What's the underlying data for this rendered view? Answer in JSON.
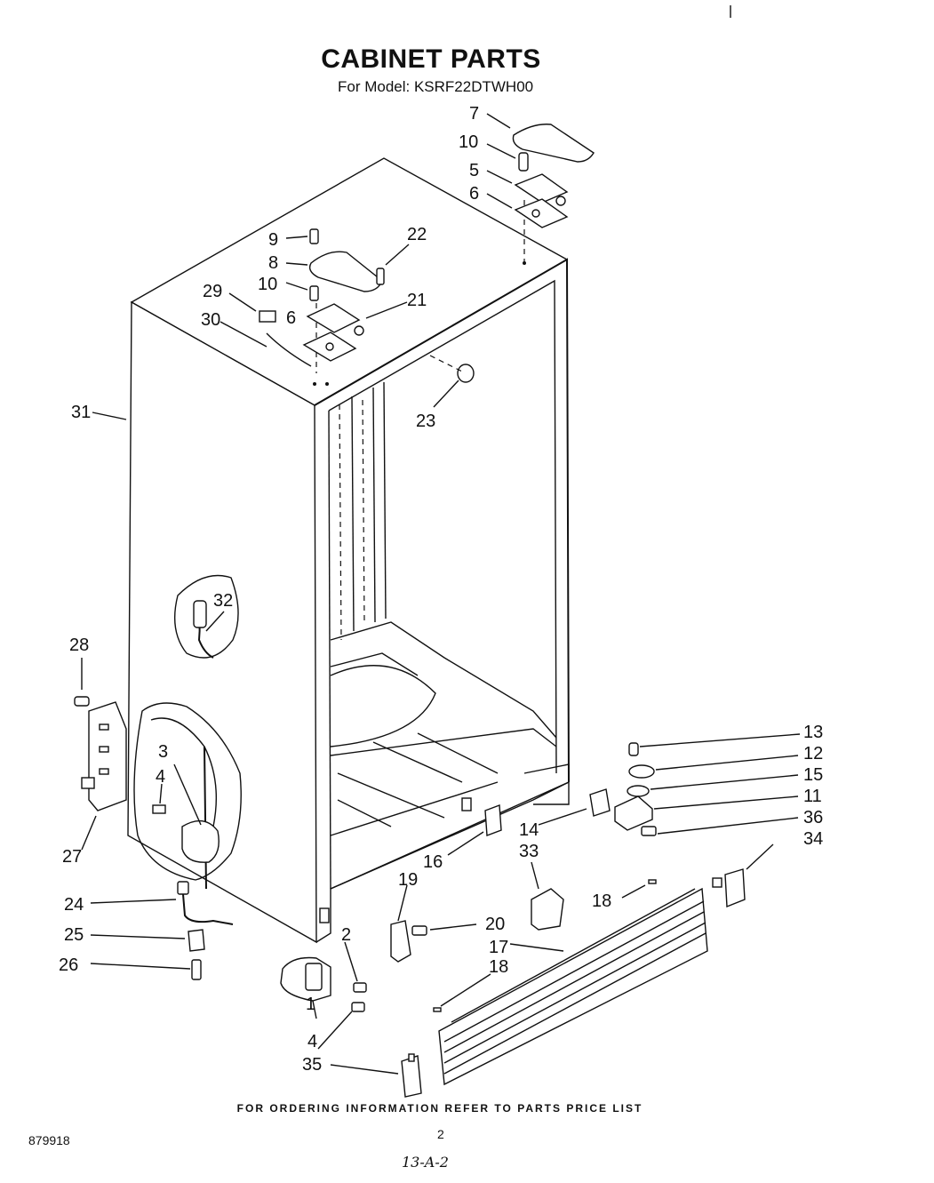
{
  "header": {
    "title": "CABINET PARTS",
    "subtitle": "For Model: KSRF22DTWH00"
  },
  "callouts": [
    "1",
    "2",
    "3",
    "4",
    "5",
    "6",
    "7",
    "8",
    "9",
    "10",
    "11",
    "12",
    "13",
    "14",
    "15",
    "16",
    "17",
    "18",
    "19",
    "20",
    "21",
    "22",
    "23",
    "24",
    "25",
    "26",
    "27",
    "28",
    "29",
    "30",
    "31",
    "32",
    "33",
    "34",
    "35",
    "36"
  ],
  "footer": {
    "ordering_note": "FOR ORDERING INFORMATION REFER TO PARTS PRICE LIST",
    "doc_number": "879918",
    "page_number": "2",
    "handwritten_note": "13-A-2"
  }
}
